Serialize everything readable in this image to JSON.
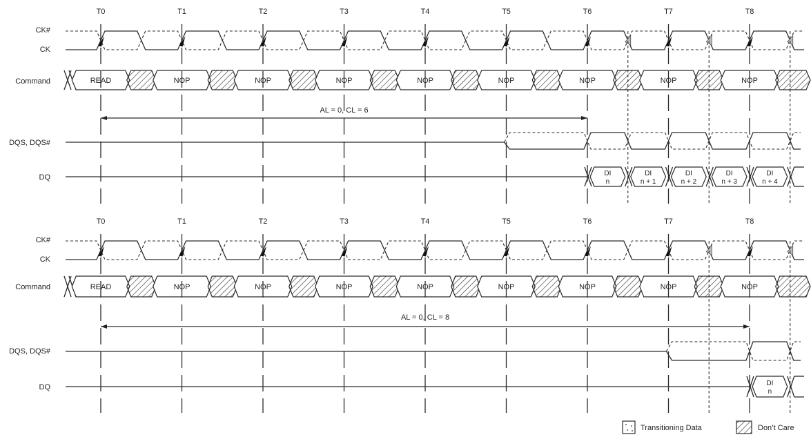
{
  "time_labels": [
    "T0",
    "T1",
    "T2",
    "T3",
    "T4",
    "T5",
    "T6",
    "T7",
    "T8"
  ],
  "signal_labels": {
    "ck_bar": "CK#",
    "ck": "CK",
    "command": "Command",
    "dqs": "DQS, DQS#",
    "dq": "DQ"
  },
  "panels": [
    {
      "commands": [
        "READ",
        "NOP",
        "NOP",
        "NOP",
        "NOP",
        "NOP",
        "NOP",
        "NOP",
        "NOP"
      ],
      "latency_label": "AL = 0, CL = 6",
      "data_labels": [
        [
          "DI",
          "n"
        ],
        [
          "DI",
          "n + 1"
        ],
        [
          "DI",
          "n + 2"
        ],
        [
          "DI",
          "n + 3"
        ],
        [
          "DI",
          "n + 4"
        ]
      ]
    },
    {
      "commands": [
        "READ",
        "NOP",
        "NOP",
        "NOP",
        "NOP",
        "NOP",
        "NOP",
        "NOP",
        "NOP"
      ],
      "latency_label": "AL = 0, CL = 8",
      "data_labels": [
        [
          "DI",
          "n"
        ]
      ]
    }
  ],
  "legend": {
    "transitioning": "Transitioning Data",
    "dont_care": "Don’t Care"
  }
}
